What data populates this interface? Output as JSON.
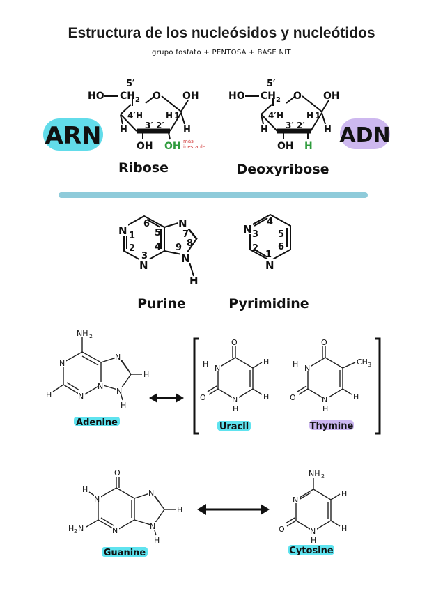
{
  "title": "Estructura de los nucleósidos y nucleótidos",
  "subtitle": "grupo fosfato  +  PENTOSA  +  BASE NIT",
  "colors": {
    "rna_badge": "#62dcea",
    "dna_badge": "#cdb8ef",
    "divider": "#8fcbda",
    "oh_green": "#2e9b3c",
    "unstable_red": "#d23a3a",
    "cyan_highlight": "#5fe3ef",
    "purple_highlight": "#cbb6f0"
  },
  "sugars": {
    "rna_badge": "ARN",
    "dna_badge": "ADN",
    "ribose": {
      "name": "Ribose",
      "ho": "HO",
      "ch2": "CH",
      "ch2_sub": "2",
      "o": "O",
      "oh_c1": "OH",
      "c5": "5′",
      "c4": "4′",
      "c3": "3′",
      "c2": "2′",
      "c1": "1′",
      "h4": "H",
      "h1": "H",
      "h_left": "H",
      "h_right": "H",
      "oh_c3": "OH",
      "oh_c2": "OH",
      "note_line1": "más",
      "note_line2": "inestable"
    },
    "deoxyribose": {
      "name": "Deoxyribose",
      "ho": "HO",
      "ch2": "CH",
      "ch2_sub": "2",
      "o": "O",
      "oh_c1": "OH",
      "c5": "5′",
      "c4": "4′",
      "c3": "3′",
      "c2": "2′",
      "c1": "1′",
      "h4": "H",
      "h1": "H",
      "h_left": "H",
      "h_right": "H",
      "oh_c3": "OH",
      "h_c2": "H"
    }
  },
  "rings": {
    "purine": {
      "name": "Purine",
      "n1": "N",
      "num1": "1",
      "num2": "2",
      "num3": "3",
      "num4": "4",
      "num5": "5",
      "num6": "6",
      "n7": "N",
      "num7": "7",
      "num8": "8",
      "n9": "N",
      "num9": "9",
      "n3": "N",
      "h9": "H"
    },
    "pyrimidine": {
      "name": "Pyrimidine",
      "n3": "N",
      "num3": "3",
      "num4": "4",
      "num5": "5",
      "num6": "6",
      "num2": "2",
      "n1": "N",
      "num1": "1"
    }
  },
  "bases": {
    "adenine": {
      "name": "Adenine",
      "nh2": "NH",
      "nh2_sub": "2",
      "n_a": "N",
      "n_b": "N",
      "n_c": "N",
      "n_d": "N",
      "n_e": "N",
      "h_left": "H",
      "h_right": "H",
      "h_bottom": "H"
    },
    "uracil": {
      "name": "Uracil",
      "o_top": "O",
      "o_bottom": "O",
      "h_n3": "H",
      "n3": "N",
      "n1": "N",
      "h_n1": "H",
      "h5": "H",
      "h6": "H"
    },
    "thymine": {
      "name": "Thymine",
      "o_top": "O",
      "o_bottom": "O",
      "h_n3": "H",
      "n3": "N",
      "n1": "N",
      "h_n1": "H",
      "ch3": "CH",
      "ch3_sub": "3",
      "h6": "H"
    },
    "guanine": {
      "name": "Guanine",
      "o": "O",
      "h_n1": "H",
      "n1": "N",
      "n3": "N",
      "n7": "N",
      "n9": "N",
      "h_n9": "H",
      "h8": "H",
      "h2n": "H",
      "h2n_sub": "2",
      "h2n_n": "N"
    },
    "cytosine": {
      "name": "Cytosine",
      "nh2": "NH",
      "nh2_sub": "2",
      "n3": "N",
      "n1": "N",
      "h_n1": "H",
      "o": "O",
      "h5": "H",
      "h6": "H"
    }
  }
}
